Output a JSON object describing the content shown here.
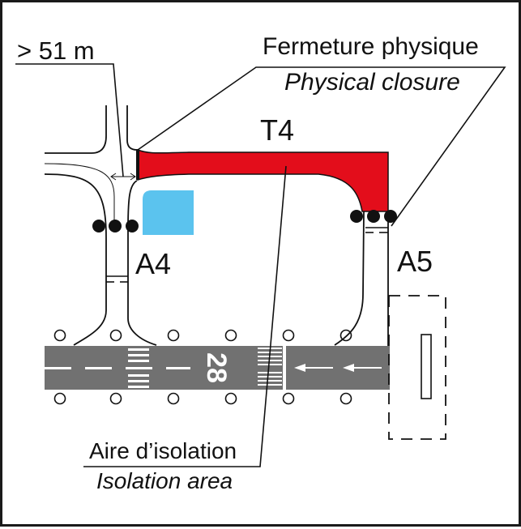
{
  "labels": {
    "distance": "> 51 m",
    "closure_fr": "Fermeture physique",
    "closure_en": "Physical closure",
    "taxiway_t4": "T4",
    "taxiway_a4": "A4",
    "taxiway_a5": "A5",
    "isolation_fr": "Aire d’isolation",
    "isolation_en": "Isolation area"
  },
  "runway": {
    "designator": "28"
  },
  "colors": {
    "closure_red": "#e30d1b",
    "isolation_blue": "#5bc3ee",
    "runway_gray": "#717171",
    "line": "#111111"
  }
}
